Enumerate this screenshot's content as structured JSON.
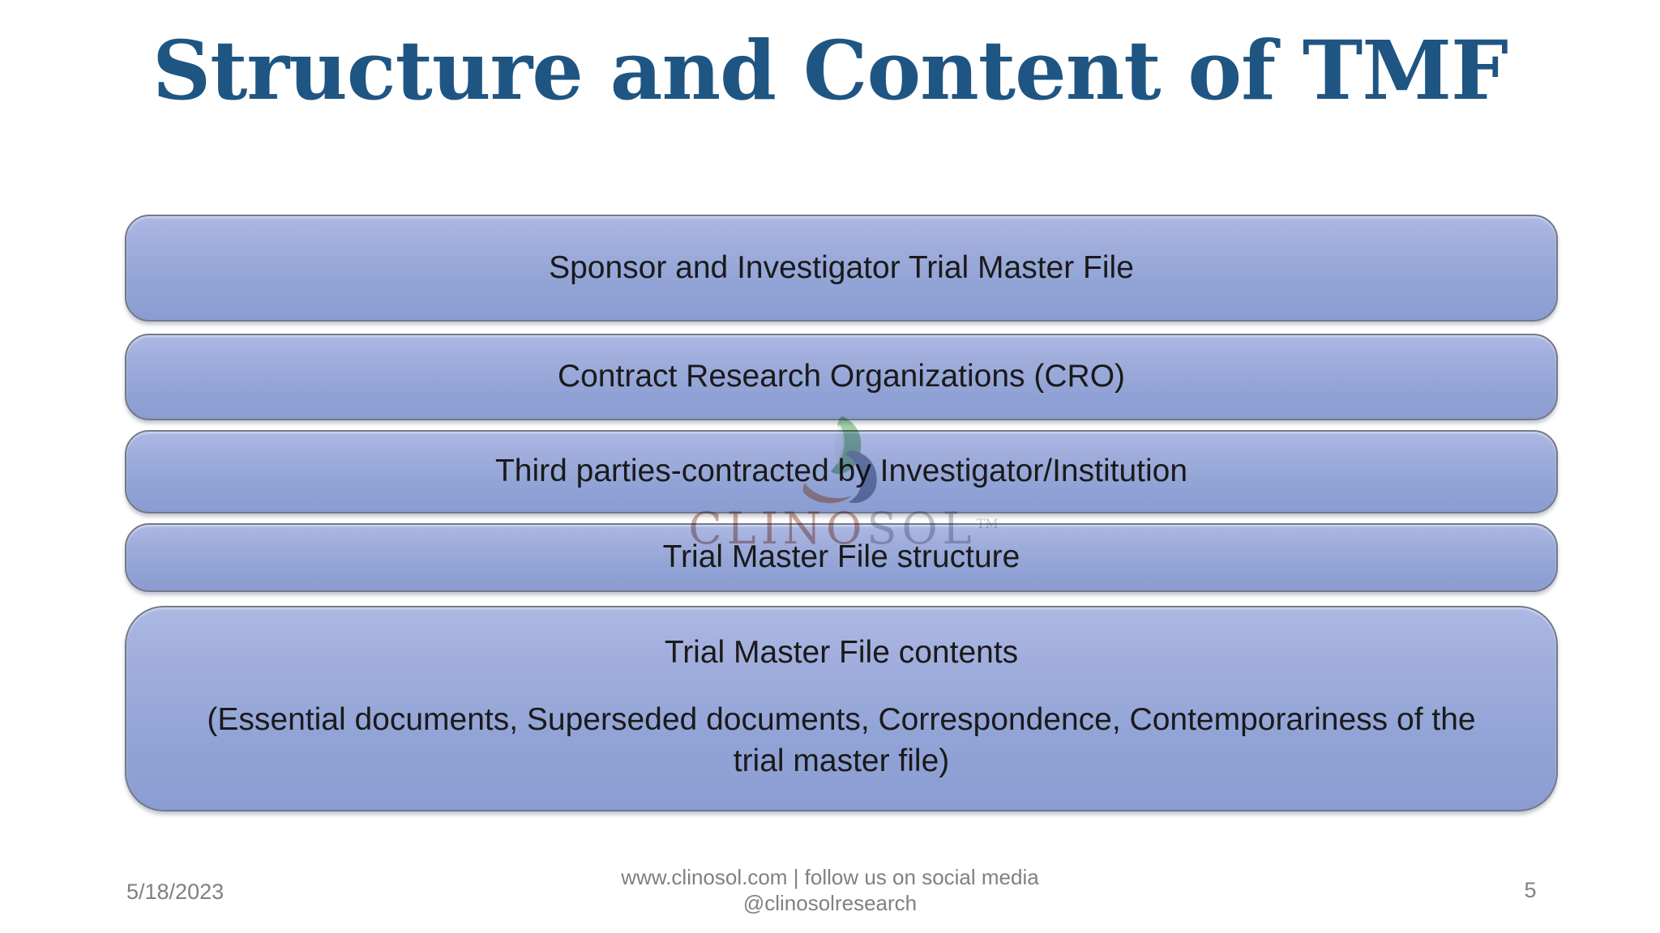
{
  "slide": {
    "title": "Structure and Content of TMF",
    "bars": [
      {
        "label": "Sponsor and Investigator Trial Master File"
      },
      {
        "label": "Contract Research Organizations (CRO)"
      },
      {
        "label": "Third parties-contracted by Investigator/Institution"
      },
      {
        "label": "Trial Master File structure"
      }
    ],
    "contents_bar": {
      "heading": "Trial Master File contents",
      "detail": "(Essential documents, Superseded documents, Correspondence, Contemporariness of the trial master file)"
    },
    "watermark": {
      "brand_part1": "CLINO",
      "brand_part2": "SOL",
      "trademark": "TM"
    },
    "footer": {
      "date": "5/18/2023",
      "center_line1": "www.clinosol.com | follow us on social media",
      "center_line2": "@clinosolresearch",
      "page_number": "5"
    },
    "colors": {
      "title_blue": "#1f5582",
      "bar_gradient_top": "#adb9e4",
      "bar_gradient_bottom": "#8a9cd1",
      "bar_border": "#747a86",
      "bar_text": "#1a1a1a",
      "footer_gray": "#808080",
      "watermark_green": "#3e9e50",
      "watermark_orange": "#d4693b",
      "watermark_navy": "#3a4e78",
      "watermark_red_text": "#a85f52",
      "watermark_gray_text": "#8e95a3"
    }
  }
}
